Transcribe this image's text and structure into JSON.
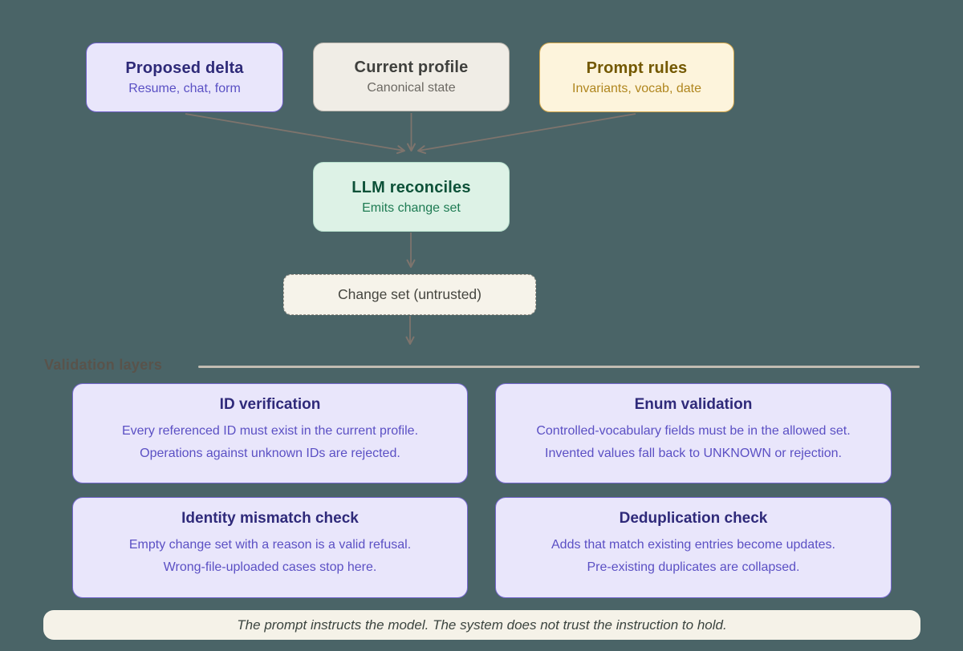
{
  "diagram": {
    "inputs": [
      {
        "id": "proposed-delta",
        "title": "Proposed delta",
        "subtitle": "Resume, chat, form",
        "theme": "purple"
      },
      {
        "id": "current-profile",
        "title": "Current profile",
        "subtitle": "Canonical state",
        "theme": "neutral"
      },
      {
        "id": "prompt-rules",
        "title": "Prompt rules",
        "subtitle": "Invariants, vocab, date",
        "theme": "gold"
      }
    ],
    "reconciler": {
      "title": "LLM reconciles",
      "subtitle": "Emits change set",
      "theme": "green"
    },
    "change_set": {
      "label": "Change set (untrusted)"
    },
    "edges": [
      {
        "from": "proposed-delta",
        "to": "llm-reconciles"
      },
      {
        "from": "current-profile",
        "to": "llm-reconciles"
      },
      {
        "from": "prompt-rules",
        "to": "llm-reconciles"
      },
      {
        "from": "llm-reconciles",
        "to": "change-set"
      },
      {
        "from": "change-set",
        "to": "validation-layers"
      }
    ]
  },
  "validation": {
    "section_label": "Validation layers",
    "cards": [
      {
        "title": "ID verification",
        "line1": "Every referenced ID must exist in the current profile.",
        "line2": "Operations against unknown IDs are rejected."
      },
      {
        "title": "Enum validation",
        "line1": "Controlled-vocabulary fields must be in the allowed set.",
        "line2": "Invented values fall back to UNKNOWN or rejection."
      },
      {
        "title": "Identity mismatch check",
        "line1": "Empty change set with a reason is a valid refusal.",
        "line2": "Wrong-file-uploaded cases stop here."
      },
      {
        "title": "Deduplication check",
        "line1": "Adds that match existing entries become updates.",
        "line2": "Pre-existing duplicates are collapsed."
      }
    ]
  },
  "footer": {
    "note": "The prompt instructs the model. The system does not trust the instruction to hold."
  },
  "colors": {
    "background": "#4a6467",
    "purple_fill": "#e9e6fb",
    "purple_border": "#6c5ec6",
    "purple_title": "#2e2a78",
    "purple_text": "#5a50c4",
    "neutral_fill": "#f0ede6",
    "neutral_border": "#b8b3ab",
    "neutral_title": "#3f403d",
    "neutral_text": "#6c6963",
    "gold_fill": "#fdf4dc",
    "gold_border": "#d2a64a",
    "gold_title": "#735800",
    "gold_text": "#b0861f",
    "green_fill": "#ddf2e6",
    "green_border": "#b7dfcc",
    "green_title": "#0d5138",
    "green_text": "#1e7b53",
    "paper_fill": "#f6f3ea",
    "paper_dash_border": "#99938a",
    "paper_text": "#45453f",
    "arrow": "#7e746d",
    "divider": "#c2bcb2",
    "section_label": "#59534b"
  }
}
